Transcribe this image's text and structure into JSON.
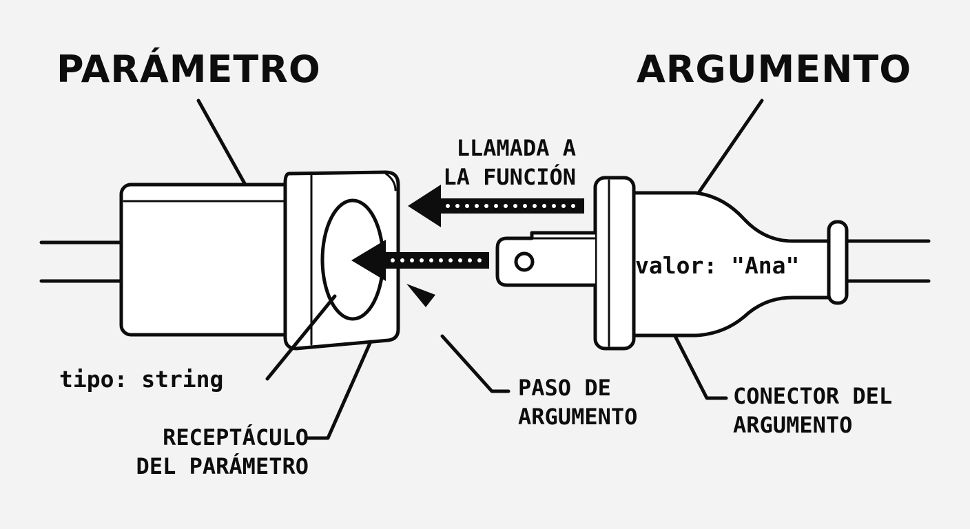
{
  "labels": {
    "parameter_title": "PARÁMETRO",
    "argument_title": "ARGUMENTO",
    "function_call": [
      "LLAMADA A",
      "LA FUNCIÓN"
    ],
    "argument_value": "valor: \"Ana\"",
    "parameter_type": "tipo: string",
    "argument_passing": [
      "PASO DE",
      "ARGUMENTO"
    ],
    "argument_connector": [
      "CONECTOR DEL",
      "ARGUMENTO"
    ],
    "parameter_receptacle": [
      "RECEPTÁCULO",
      "DEL PARÁMETRO"
    ]
  },
  "colors": {
    "background": "#f3f3f3",
    "ink": "#0d0d0d",
    "fill": "#ffffff"
  }
}
